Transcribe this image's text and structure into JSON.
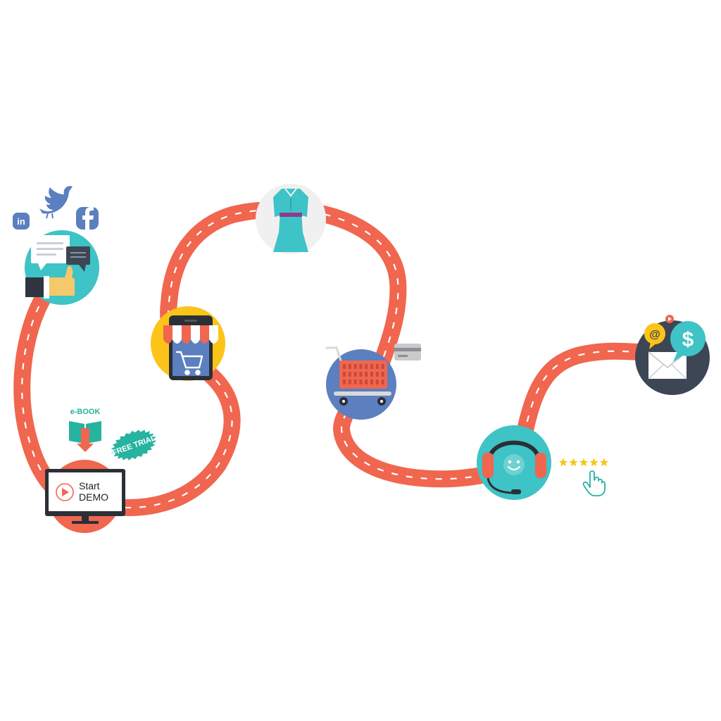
{
  "colors": {
    "road": "#f0664f",
    "road_dash": "#ffffff",
    "teal": "#3ec3c6",
    "yellow": "#fcc419",
    "blue": "#5b7fbf",
    "dark": "#3d4654",
    "light_gray": "#f1f0f1",
    "coral": "#f0664f",
    "green": "#26b3a0",
    "star": "#f5c518",
    "social_blue": "#5b7fbf"
  },
  "stages": [
    {
      "id": "social",
      "icons": [
        "linkedin-icon",
        "twitter-icon",
        "facebook-icon",
        "chat-bubbles-icon",
        "thumbs-up-icon"
      ]
    },
    {
      "id": "demo",
      "ebook_label": "e-BOOK",
      "trial_label": "FREE TRIAL",
      "demo_line1": "Start",
      "demo_line2": "DEMO",
      "icons": [
        "book-icon",
        "play-icon",
        "monitor-icon"
      ]
    },
    {
      "id": "store",
      "icons": [
        "storefront-awning-icon",
        "shopping-cart-icon"
      ]
    },
    {
      "id": "product",
      "icons": [
        "dress-icon"
      ]
    },
    {
      "id": "checkout",
      "icons": [
        "shopping-cart-icon",
        "credit-card-icon"
      ]
    },
    {
      "id": "support",
      "rating": 5,
      "rating_max": 5,
      "icons": [
        "headset-icon",
        "smiley-icon",
        "hand-cursor-icon"
      ]
    },
    {
      "id": "followup",
      "icons": [
        "email-icon",
        "at-sign-icon",
        "dollar-icon",
        "video-play-icon"
      ]
    }
  ]
}
